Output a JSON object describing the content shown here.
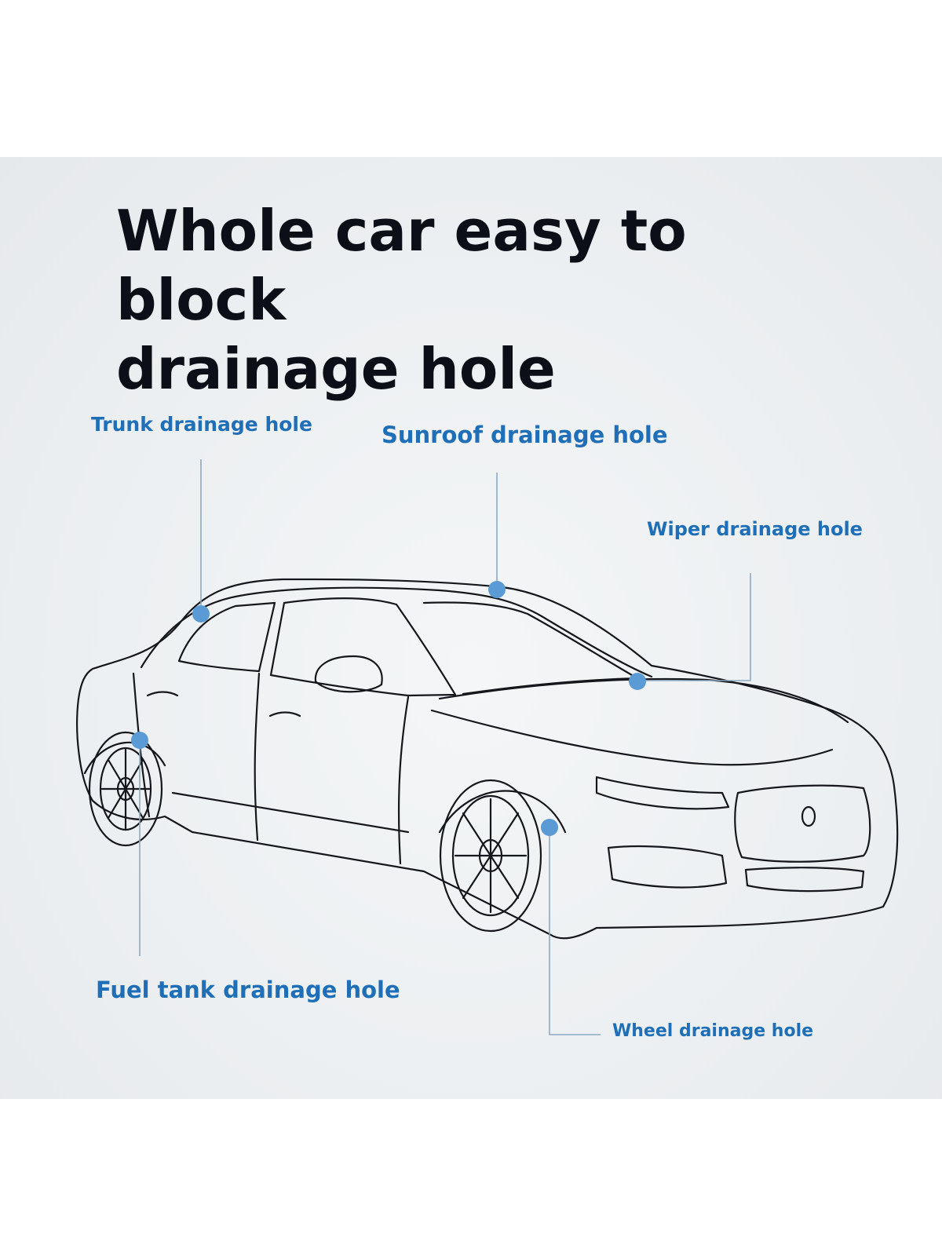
{
  "title": {
    "line1": "Whole car easy to block",
    "line2": "drainage hole"
  },
  "labels": {
    "trunk": "Trunk drainage hole",
    "sunroof": "Sunroof drainage hole",
    "wiper": "Wiper drainage hole",
    "fuel_tank": "Fuel tank drainage hole",
    "wheel": "Wheel drainage hole"
  },
  "colors": {
    "label_text": "#1f6fb8",
    "marker_dot": "#5b9bd5",
    "leader_line": "#8ea9c2",
    "car_outline": "#15171c",
    "title_text": "#0c0f17"
  }
}
